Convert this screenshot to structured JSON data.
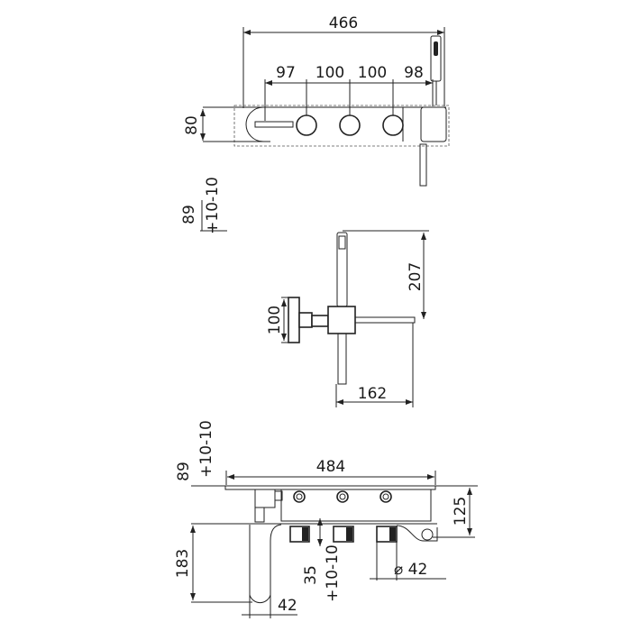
{
  "top_view": {
    "overall_width": "466",
    "spacing": [
      "97",
      "100",
      "100",
      "98"
    ],
    "height": "80",
    "projection": "89",
    "tolerance": "+10-10"
  },
  "side_view": {
    "shower_height": "207",
    "plate_height": "100",
    "spout_reach": "162"
  },
  "front_view": {
    "overall_width": "484",
    "projection": "89",
    "projection_tolerance": "+10-10",
    "body_height": "125",
    "spout_drop": "183",
    "depth": "35",
    "depth_tolerance": "+10-10",
    "handle_diameter": "⌀ 42",
    "spout_width": "42"
  }
}
